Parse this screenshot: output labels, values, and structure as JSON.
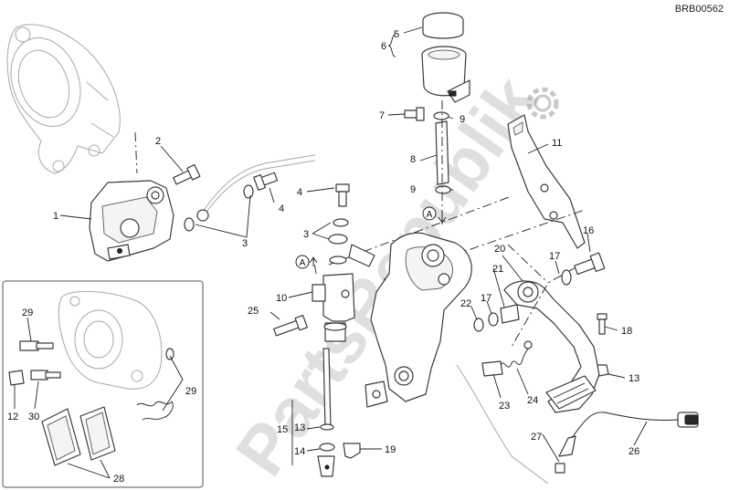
{
  "diagram_code": "BRB00562",
  "watermark": "PartsRepublik",
  "ref_marker": "A",
  "callouts": {
    "c1": "1",
    "c2": "2",
    "c3a": "3",
    "c3b": "3",
    "c4a": "4",
    "c4b": "4",
    "c5": "5",
    "c6": "6",
    "c7": "7",
    "c8": "8",
    "c9a": "9",
    "c9b": "9",
    "c10": "10",
    "c11": "11",
    "c12": "12",
    "c13a": "13",
    "c13b": "13",
    "c14": "14",
    "c15": "15",
    "c16": "16",
    "c17a": "17",
    "c17b": "17",
    "c18": "18",
    "c19": "19",
    "c20": "20",
    "c21": "21",
    "c22": "22",
    "c23": "23",
    "c24": "24",
    "c25": "25",
    "c26": "26",
    "c27": "27",
    "c28": "28",
    "c29a": "29",
    "c29b": "29",
    "c30": "30"
  }
}
